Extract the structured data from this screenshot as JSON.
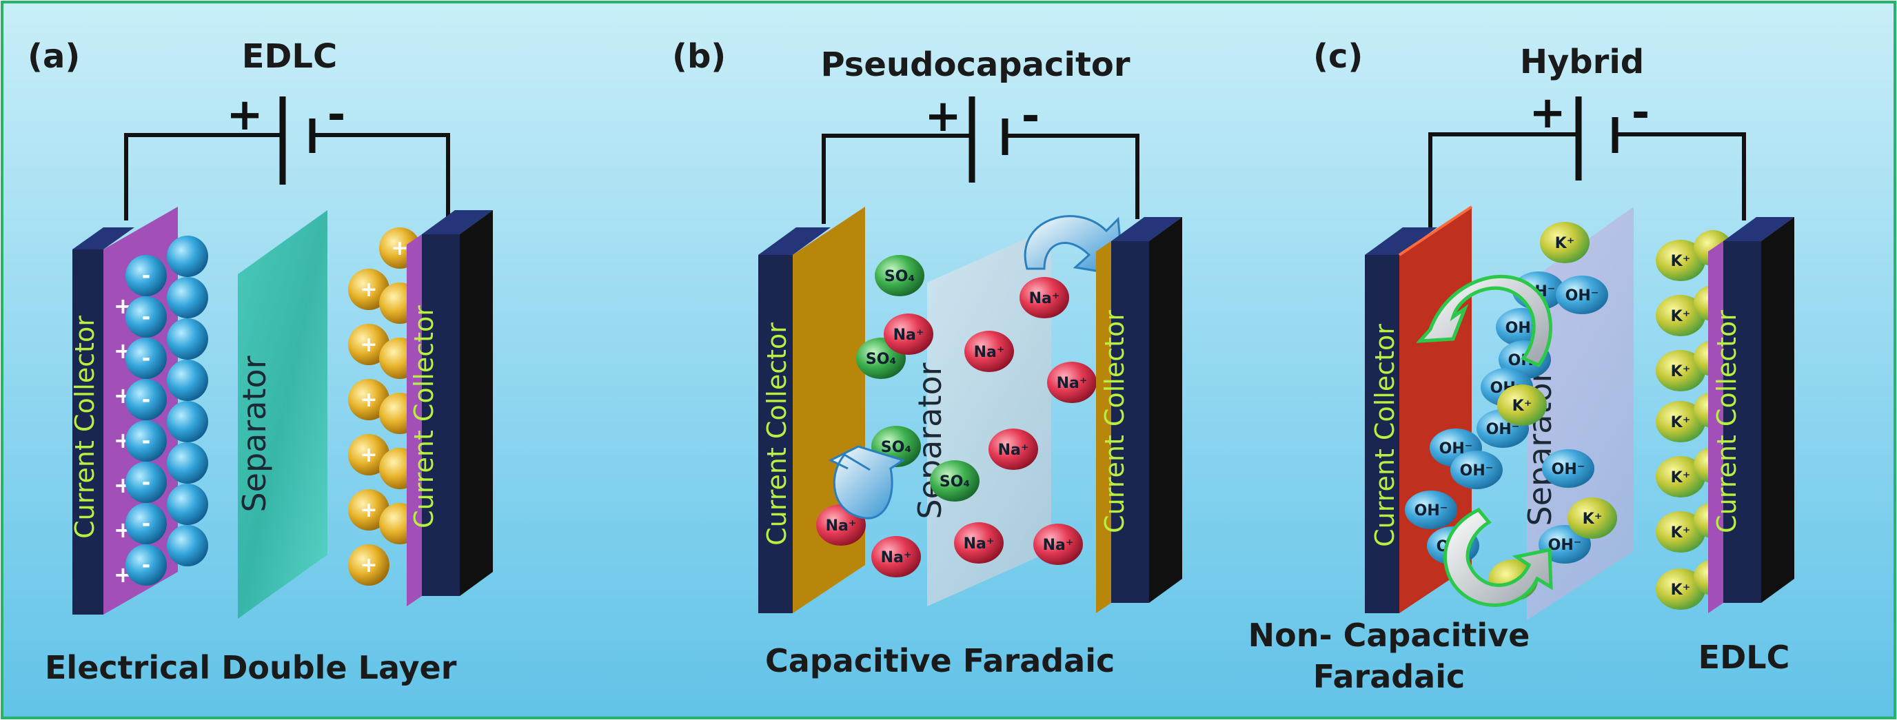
{
  "colors": {
    "background_top": "#bfe8f4",
    "background_bottom": "#5fc6ea",
    "frame_border": "#27b36a",
    "collector_dark": "#1a2550",
    "collector_black": "#101010",
    "edlc_layer": "#a24fb8",
    "pseudo_layer": "#b8860b",
    "hybrid_layer": "#c0301e",
    "anion_blue": "#2f9fd8",
    "cation_yellow": "#e7b52a",
    "na_red": "#e63b55",
    "so4_green": "#3fb24f",
    "k_ion": "#c5c93a",
    "oh_ion": "#42a8dc",
    "label_green": "#b8f040"
  },
  "diagram": {
    "panels": [
      {
        "letter": "(a)",
        "title": "EDLC",
        "plus": "+",
        "minus": "-",
        "left_collector": "Current Collector",
        "right_collector": "Current Collector",
        "separator": "Separator",
        "caption_left": "Electrical Double Layer",
        "caption_right": "",
        "anion_sign": "-",
        "cation_sign": "+"
      },
      {
        "letter": "(b)",
        "title": "Pseudocapacitor",
        "plus": "+",
        "minus": "-",
        "left_collector": "Current Collector",
        "right_collector": "Current Collector",
        "separator": "Separator",
        "caption_left": "Capacitive Faradaic",
        "caption_right": "",
        "cation_label": "Na⁺",
        "anion_label": "SO₄"
      },
      {
        "letter": "(c)",
        "title": "Hybrid",
        "plus": "+",
        "minus": "-",
        "left_collector": "Current Collector",
        "right_collector": "Current Collector",
        "separator": "Separator",
        "caption_left_line1": "Non- Capacitive",
        "caption_left_line2": "Faradaic",
        "caption_right": "EDLC",
        "cation_label": "K⁺",
        "anion_label": "OH⁻"
      }
    ]
  }
}
